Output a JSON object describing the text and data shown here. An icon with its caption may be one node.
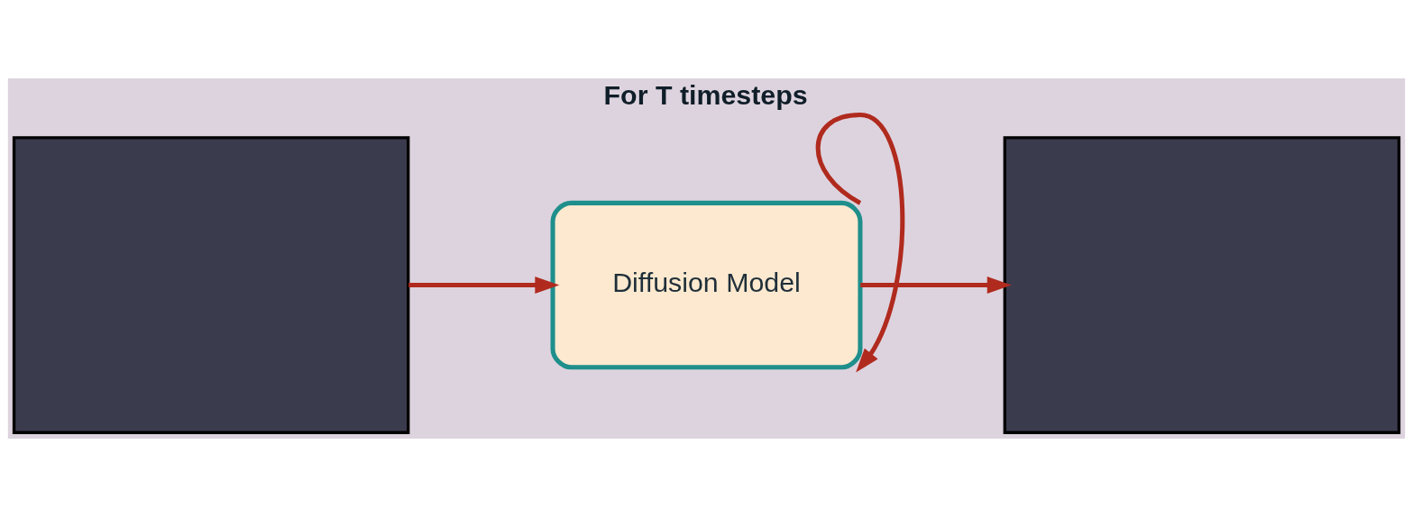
{
  "diagram": {
    "nodes": [
      {
        "text": [],
        "shape": "box"
      },
      {
        "text": [
          "Diffusion Model"
        ]
      },
      {
        "text": [],
        "shape": "box"
      }
    ],
    "edges": [
      {
        "from": 0,
        "to": 1,
        "arrow": "to"
      },
      {
        "from": 1,
        "to": 1,
        "arrow": "to",
        "label": "For T timesteps"
      },
      {
        "from": 1,
        "to": 2,
        "arrow": "to"
      }
    ]
  }
}
